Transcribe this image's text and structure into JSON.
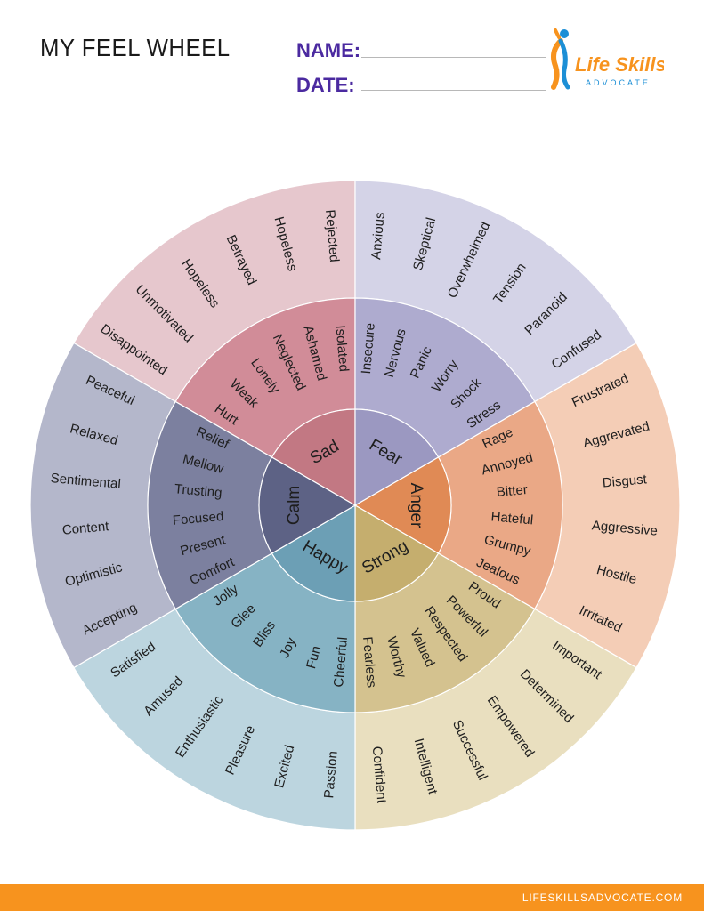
{
  "header": {
    "title": "MY FEEL WHEEL",
    "name_label": "NAME:",
    "date_label": "DATE:"
  },
  "logo": {
    "line1": "Life Skills",
    "line2": "ADVOCATE",
    "icon": "person-figure-icon",
    "colors": {
      "orange": "#f7931e",
      "blue": "#1c8fd6"
    }
  },
  "footer": {
    "url": "LIFESKILLSADVOCATE.COM",
    "color": "#f7931e"
  },
  "wheel": {
    "sections": [
      {
        "core": "Sad",
        "colors": [
          "#e6c7cd",
          "#d18c98",
          "#c27883"
        ],
        "middle": [
          "Hurt",
          "Weak",
          "Lonely",
          "Neglected",
          "Ashamed",
          "Isolated"
        ],
        "outer": [
          "Disappointed",
          "Unmotivated",
          "Hopeless",
          "Betrayed",
          "Hopeless",
          "Rejected"
        ]
      },
      {
        "core": "Fear",
        "colors": [
          "#d4d3e7",
          "#aeabcf",
          "#9b98c1"
        ],
        "middle": [
          "Insecure",
          "Nervous",
          "Panic",
          "Worry",
          "Shock",
          "Stress"
        ],
        "outer": [
          "Anxious",
          "Skeptical",
          "Overwhelmed",
          "Tension",
          "Paranoid",
          "Confused"
        ]
      },
      {
        "core": "Anger",
        "colors": [
          "#f4cdb6",
          "#eaa886",
          "#e08a55"
        ],
        "middle": [
          "Rage",
          "Annoyed",
          "Bitter",
          "Hateful",
          "Grumpy",
          "Jealous"
        ],
        "outer": [
          "Frustrated",
          "Aggrevated",
          "Disgust",
          "Aggressive",
          "Hostile",
          "Irritated"
        ]
      },
      {
        "core": "Strong",
        "colors": [
          "#e9dfbf",
          "#d4c28f",
          "#c5ae6e"
        ],
        "middle": [
          "Proud",
          "Powerful",
          "Respected",
          "Valued",
          "Worthy",
          "Fearless"
        ],
        "outer": [
          "Important",
          "Determined",
          "Empowered",
          "Successful",
          "Intelligent",
          "Confident"
        ]
      },
      {
        "core": "Happy",
        "colors": [
          "#bcd5df",
          "#86b3c4",
          "#6c9fb5"
        ],
        "middle": [
          "Cheerful",
          "Fun",
          "Joy",
          "Bliss",
          "Glee",
          "Jolly"
        ],
        "outer": [
          "Passion",
          "Excited",
          "Pleasure",
          "Enthusiastic",
          "Amused",
          "Satisfied"
        ]
      },
      {
        "core": "Calm",
        "colors": [
          "#b4b7cb",
          "#7c809f",
          "#5d6285"
        ],
        "middle": [
          "Comfort",
          "Present",
          "Focused",
          "Trusting",
          "Mellow",
          "Relief"
        ],
        "outer": [
          "Accepting",
          "Optimistic",
          "Content",
          "Sentimental",
          "Relaxed",
          "Peaceful"
        ]
      }
    ]
  }
}
